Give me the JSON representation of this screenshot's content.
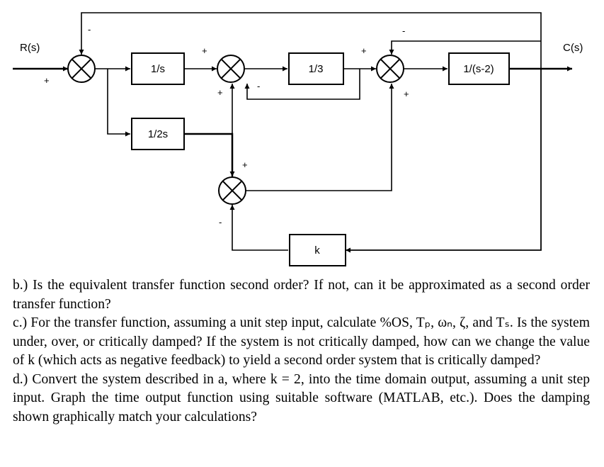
{
  "diagram": {
    "input_label": "R(s)",
    "output_label": "C(s)",
    "blocks": {
      "integrator": "1/s",
      "gain_third": "1/3",
      "plant": "1/(s-2)",
      "half_integrator": "1/2s",
      "feedback_gain": "k"
    },
    "signs": {
      "sj1_input": "+",
      "sj1_feedback": "-",
      "sj2_forward": "+",
      "sj2_lower": "+",
      "sj2_loop": "-",
      "sj3_forward": "+",
      "sj3_top": "-",
      "sj3_lower": "+",
      "sj4_top": "+",
      "sj4_bottom": "-"
    }
  },
  "questions": [
    "b.) Is the equivalent transfer function second order? If not, can it be approximated as a second order transfer function?",
    "c.) For the transfer function, assuming a unit step input, calculate %OS, Tₚ, ωₙ, ζ, and Tₛ. Is the system under, over, or critically damped? If the system is not critically damped, how can we change the value of k (which acts as negative feedback) to yield a second order system that is critically damped?",
    "d.) Convert the system described in a, where k = 2, into the time domain output, assuming a unit step input. Graph the time output function using suitable software (MATLAB, etc.). Does the damping shown graphically match your calculations?"
  ]
}
